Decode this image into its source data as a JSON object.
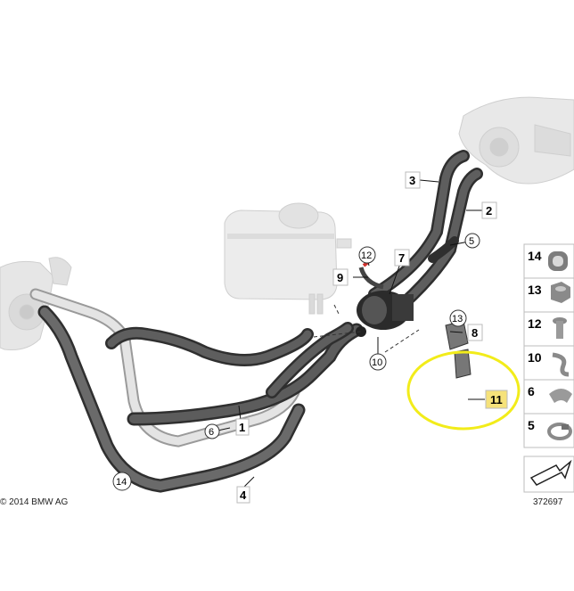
{
  "copyright": "© 2014 BMW AG",
  "diagram_number": "372697",
  "colors": {
    "highlight_ring": "#f2ec1a",
    "highlight_box": "#f6e27a",
    "hose_dark": "#4a4a4a",
    "hose_light": "#d9d9d9",
    "ghost_part": "#e3e3e3"
  },
  "callouts": {
    "c1": "1",
    "c2": "2",
    "c3": "3",
    "c4": "4",
    "c5": "5",
    "c6": "6",
    "c7": "7",
    "c8": "8",
    "c9": "9",
    "c10": "10",
    "c11": "11",
    "c12": "12",
    "c13": "13",
    "c14": "14"
  },
  "legend": [
    {
      "label": "14",
      "icon": "hose-clamp-ring-icon"
    },
    {
      "label": "13",
      "icon": "hex-nut-icon"
    },
    {
      "label": "12",
      "icon": "screw-icon"
    },
    {
      "label": "10",
      "icon": "spring-clip-icon"
    },
    {
      "label": "6",
      "icon": "hose-clip-icon"
    },
    {
      "label": "5",
      "icon": "clamp-icon"
    }
  ],
  "highlighted_part": "11"
}
